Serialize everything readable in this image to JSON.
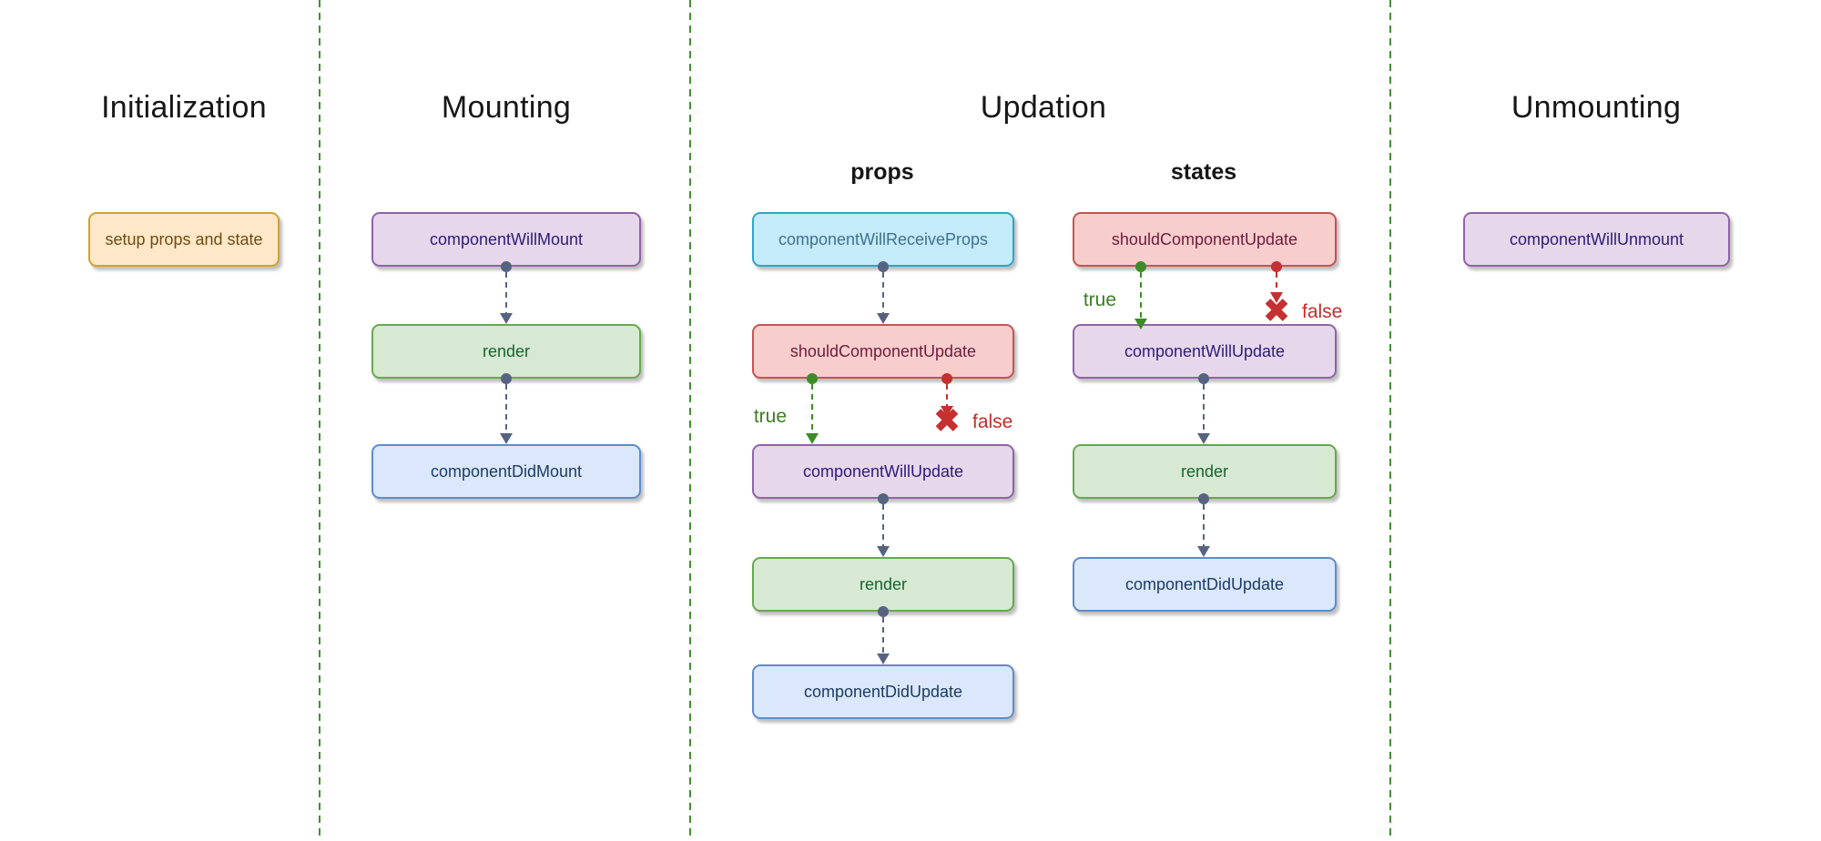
{
  "labels": {
    "true": "true",
    "false": "false"
  },
  "sections": [
    {
      "title": "Initialization",
      "boxes": [
        {
          "label": "setup props and state",
          "color": "orange"
        }
      ]
    },
    {
      "title": "Mounting",
      "boxes": [
        {
          "label": "componentWillMount",
          "color": "purple"
        },
        {
          "label": "render",
          "color": "green"
        },
        {
          "label": "componentDidMount",
          "color": "blue"
        }
      ]
    },
    {
      "title": "Updation",
      "columns": [
        {
          "label": "props",
          "boxes": [
            {
              "label": "componentWillReceiveProps",
              "color": "cyan"
            },
            {
              "label": "shouldComponentUpdate",
              "color": "red"
            },
            {
              "label": "componentWillUpdate",
              "color": "purple"
            },
            {
              "label": "render",
              "color": "green"
            },
            {
              "label": "componentDidUpdate",
              "color": "blue"
            }
          ]
        },
        {
          "label": "states",
          "boxes": [
            {
              "label": "shouldComponentUpdate",
              "color": "red"
            },
            {
              "label": "componentWillUpdate",
              "color": "purple"
            },
            {
              "label": "render",
              "color": "green"
            },
            {
              "label": "componentDidUpdate",
              "color": "blue"
            }
          ]
        }
      ]
    },
    {
      "title": "Unmounting",
      "boxes": [
        {
          "label": "componentWillUnmount",
          "color": "purple"
        }
      ]
    }
  ],
  "colors": {
    "divider_green": "#3f9230",
    "connector_slate": "#566380",
    "branch_true_green": "#3d8b28",
    "branch_false_red": "#c53030",
    "node_orange_fill": "#ffe7c9",
    "node_orange_border": "#d2a32c",
    "node_orange_text": "#6d4c13",
    "node_purple_fill": "#e6d7eb",
    "node_purple_border": "#9162a8",
    "node_purple_text": "#2f1a78",
    "node_green_fill": "#d7e9d2",
    "node_green_border": "#67a84f",
    "node_green_text": "#176331",
    "node_blue_fill": "#dbe8fb",
    "node_blue_border": "#5e8ccb",
    "node_blue_text": "#1c3b66",
    "node_cyan_fill": "#c4ebf9",
    "node_cyan_border": "#2da6c9",
    "node_cyan_text": "#40708f",
    "node_red_fill": "#f8cecc",
    "node_red_border": "#c45550",
    "node_red_text": "#6e1a3e"
  },
  "icons": {
    "false_cross": "✖"
  }
}
